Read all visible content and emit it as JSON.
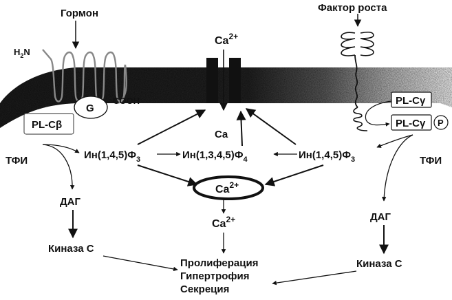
{
  "labels": {
    "hormone": "Гормон",
    "growth_factor": "Фактор роста",
    "n_terminus_h": "H",
    "n_terminus_sub": "2",
    "n_terminus_n": "N",
    "g_protein": "G",
    "cooh": "COOH",
    "ca_channel_base": "Ca",
    "ca_channel_sup": "2+",
    "plc_beta": "PL-Cβ",
    "plc_gamma": "PL-Cγ",
    "plc_gamma_p": "PL-Cγ",
    "phospho": "P",
    "tfi_left": "ТФИ",
    "tfi_right": "ТФИ",
    "ip3_left_base": "Ин(1,4,5)Ф",
    "ip3_left_sub": "3",
    "ip3_right_base": "Ин(1,4,5)Ф",
    "ip3_right_sub": "3",
    "ca_center": "Ca",
    "ip4_base": "Ин(1,3,4,5)Ф",
    "ip4_sub": "4",
    "store_ca_base": "Ca",
    "store_ca_sup": "2+",
    "cyt_ca_base": "Ca",
    "cyt_ca_sup": "2+",
    "dag_left": "ДАГ",
    "dag_right": "ДАГ",
    "pkc_left": "Киназа С",
    "pkc_right": "Киназа С",
    "outcome_1": "Пролиферация",
    "outcome_2": "Гипертрофия",
    "outcome_3": "Секреция"
  }
}
